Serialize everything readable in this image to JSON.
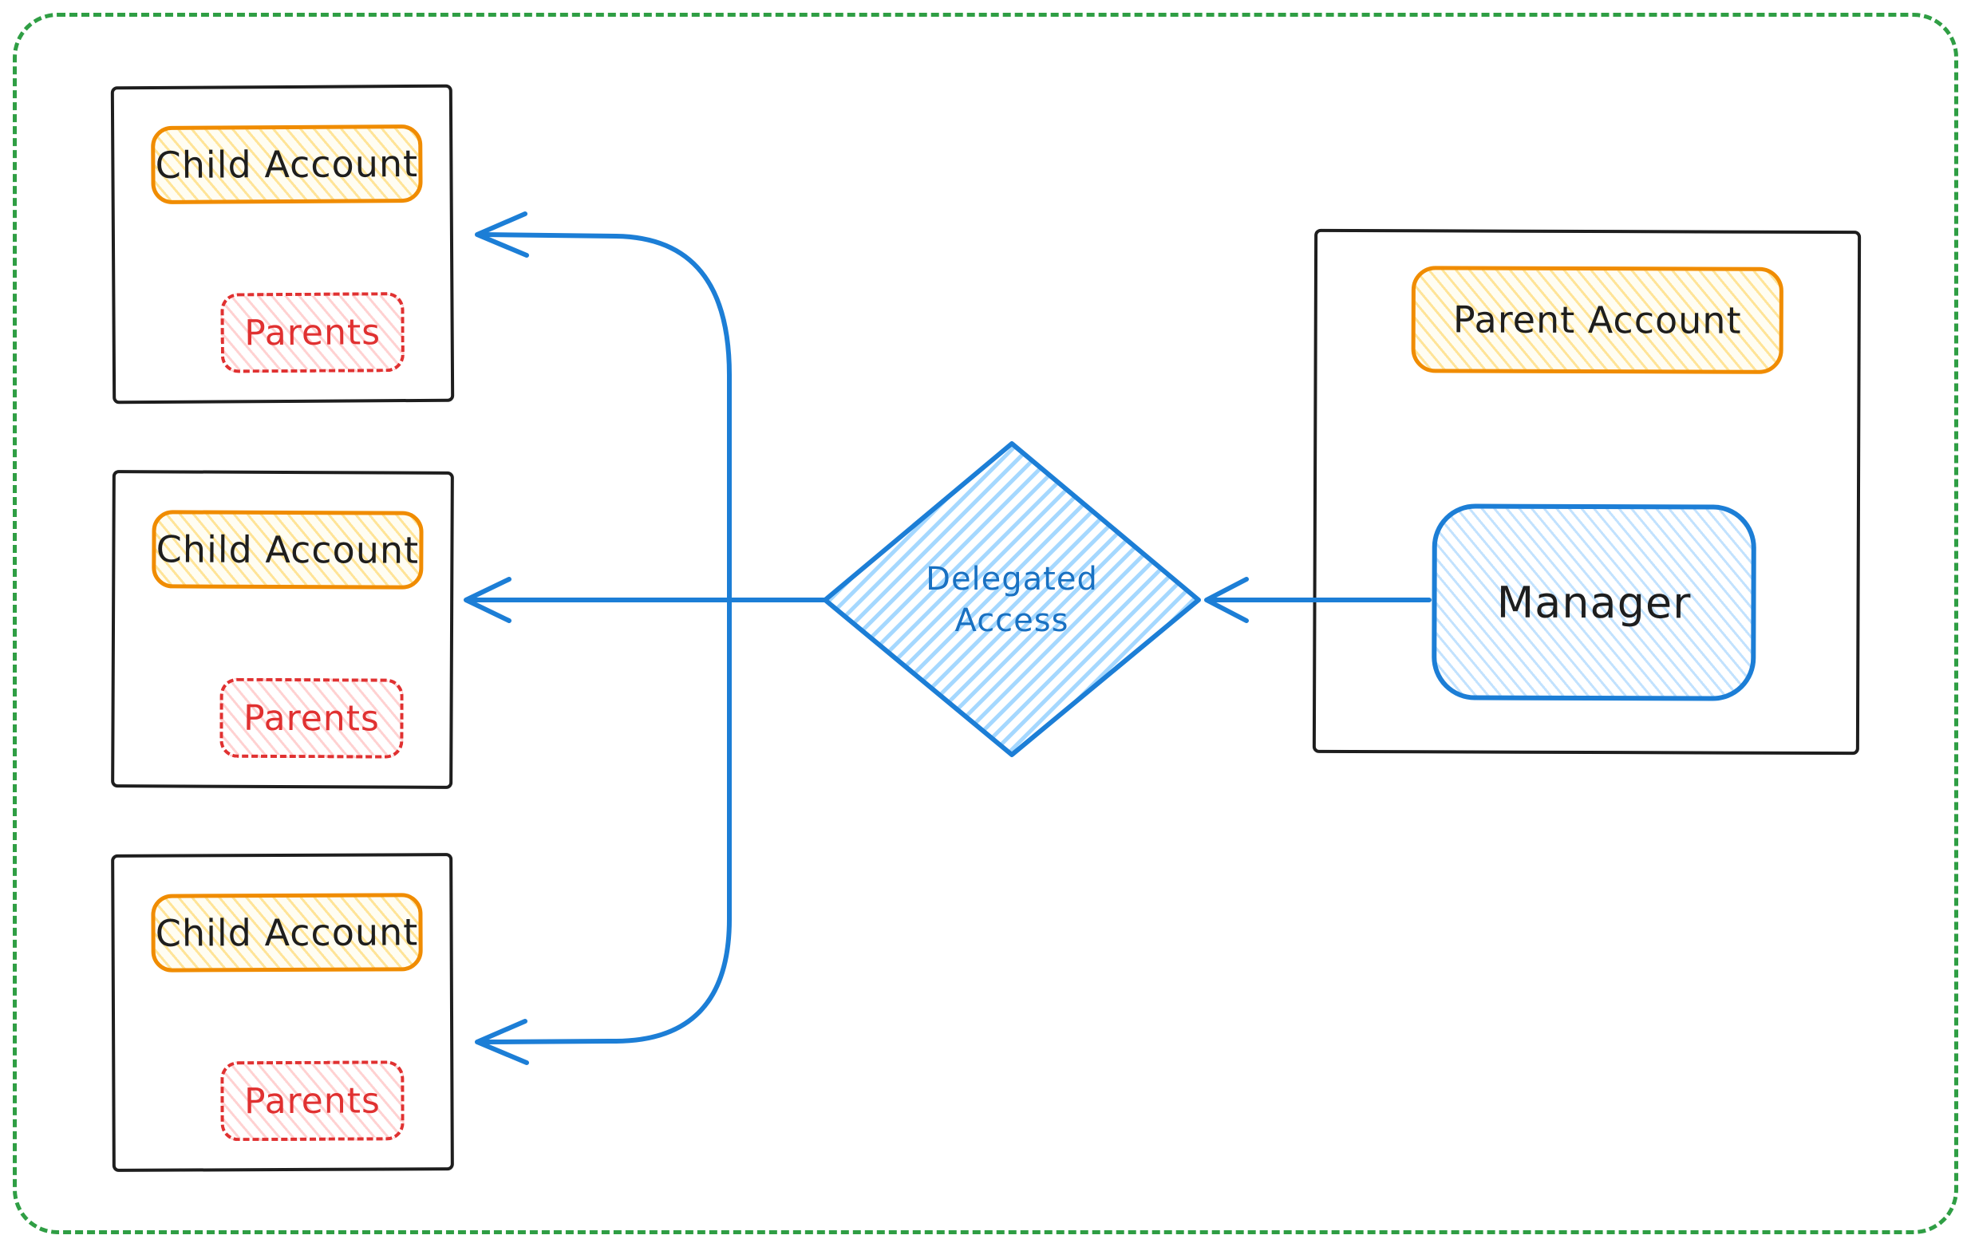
{
  "child_accounts": [
    {
      "title": "Child Account",
      "parents_label": "Parents"
    },
    {
      "title": "Child Account",
      "parents_label": "Parents"
    },
    {
      "title": "Child Account",
      "parents_label": "Parents"
    }
  ],
  "parent_box": {
    "title": "Parent Account",
    "manager": "Manager"
  },
  "decision": {
    "label": "Delegated Access"
  },
  "colors": {
    "canvas_border_green": "#2f9e44",
    "connector_blue": "#1c7ed6",
    "accent_orange": "#f08c00",
    "accent_red": "#e03131",
    "ink_black": "#1e1e1e",
    "hatch_blue": "#a5d8ff",
    "hatch_yellow": "#ffd04d",
    "hatch_red": "#ff8c8c"
  }
}
